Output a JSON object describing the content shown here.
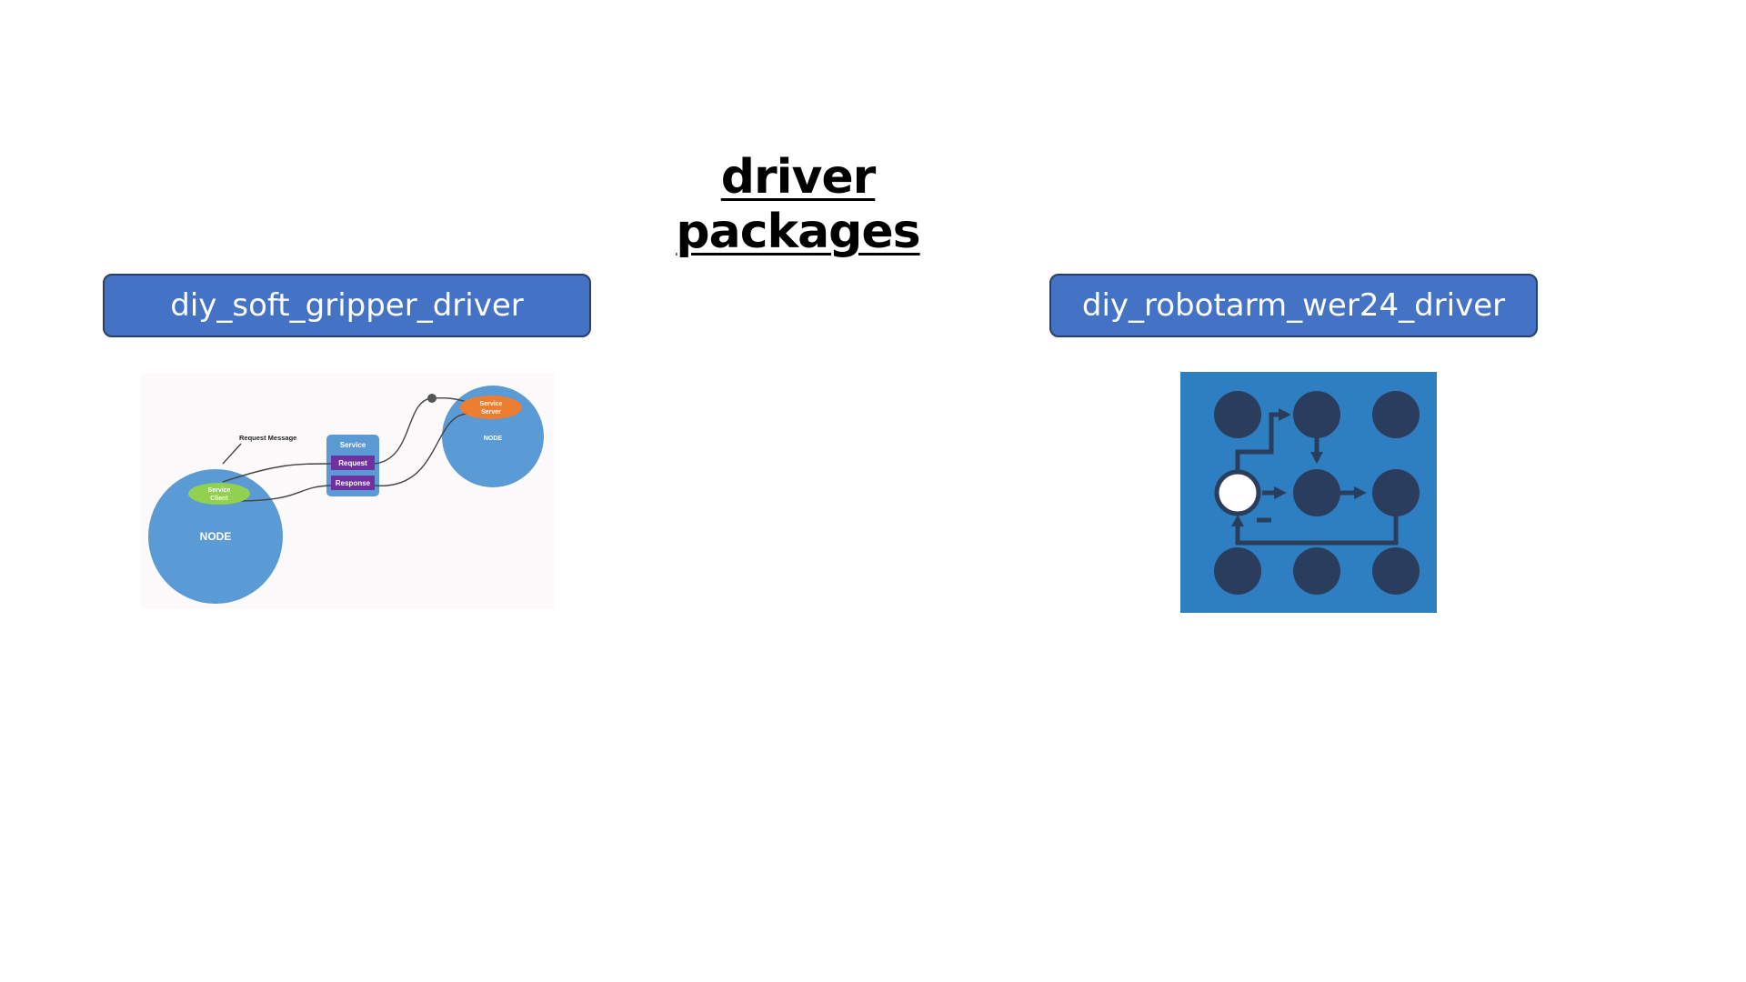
{
  "slide": {
    "title": "driver packages",
    "packages": [
      {
        "label": "diy_soft_gripper_driver"
      },
      {
        "label": "diy_robotarm_wer24_driver"
      }
    ]
  },
  "service_diagram": {
    "request_message_label": "Request Message",
    "client_label_line1": "Service",
    "client_label_line2": "Client",
    "client_node_label": "NODE",
    "service_label": "Service",
    "request_label": "Request",
    "response_label": "Response",
    "server_label_line1": "Service",
    "server_label_line2": "Server",
    "server_node_label": "NODE",
    "colors": {
      "node": "#5b9bd5",
      "client": "#92d050",
      "server": "#ed7d31",
      "message": "#7030a0"
    }
  },
  "network_icon": {
    "icon": "network-graph-icon",
    "colors": {
      "background": "#2e7fc1",
      "node": "#2b3d5c",
      "highlight": "#ffffff"
    }
  }
}
